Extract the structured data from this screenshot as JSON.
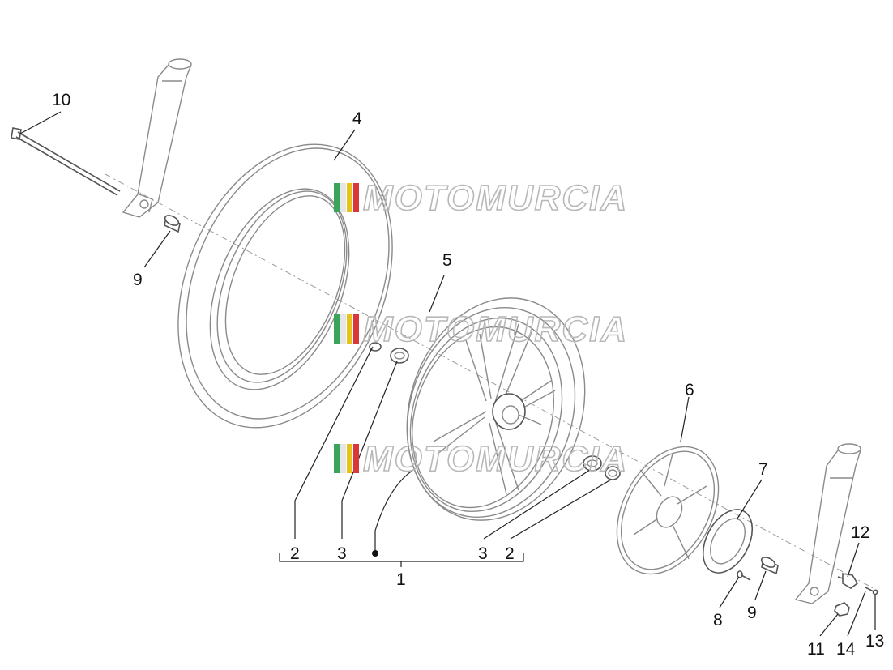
{
  "diagram": {
    "callouts": {
      "c10": "10",
      "c4": "4",
      "c9a": "9",
      "c5": "5",
      "c6": "6",
      "c7": "7",
      "c12": "12",
      "c2a": "2",
      "c3a": "3",
      "c3b": "3",
      "c2b": "2",
      "c1": "1",
      "c8": "8",
      "c9b": "9",
      "c11": "11",
      "c14": "14",
      "c13": "13"
    },
    "watermark": "MOTOMURCIA",
    "colors": {
      "flag_green": "#3aa55a",
      "flag_white": "#e6e6e6",
      "flag_yellow": "#e8c21c",
      "flag_red": "#d93838"
    }
  }
}
